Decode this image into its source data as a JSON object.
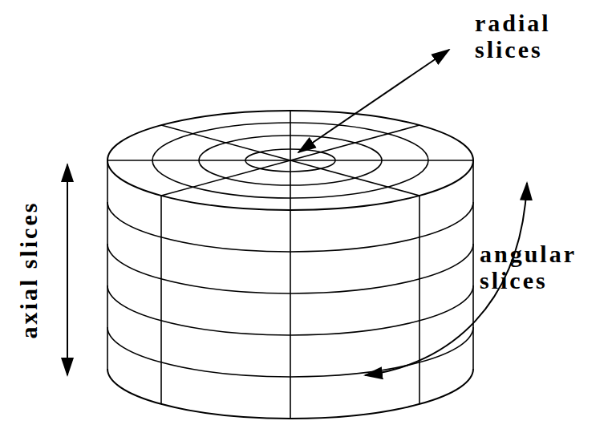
{
  "diagram": {
    "labels": [
      "radial slices",
      "axial slices",
      "angular slices"
    ]
  }
}
